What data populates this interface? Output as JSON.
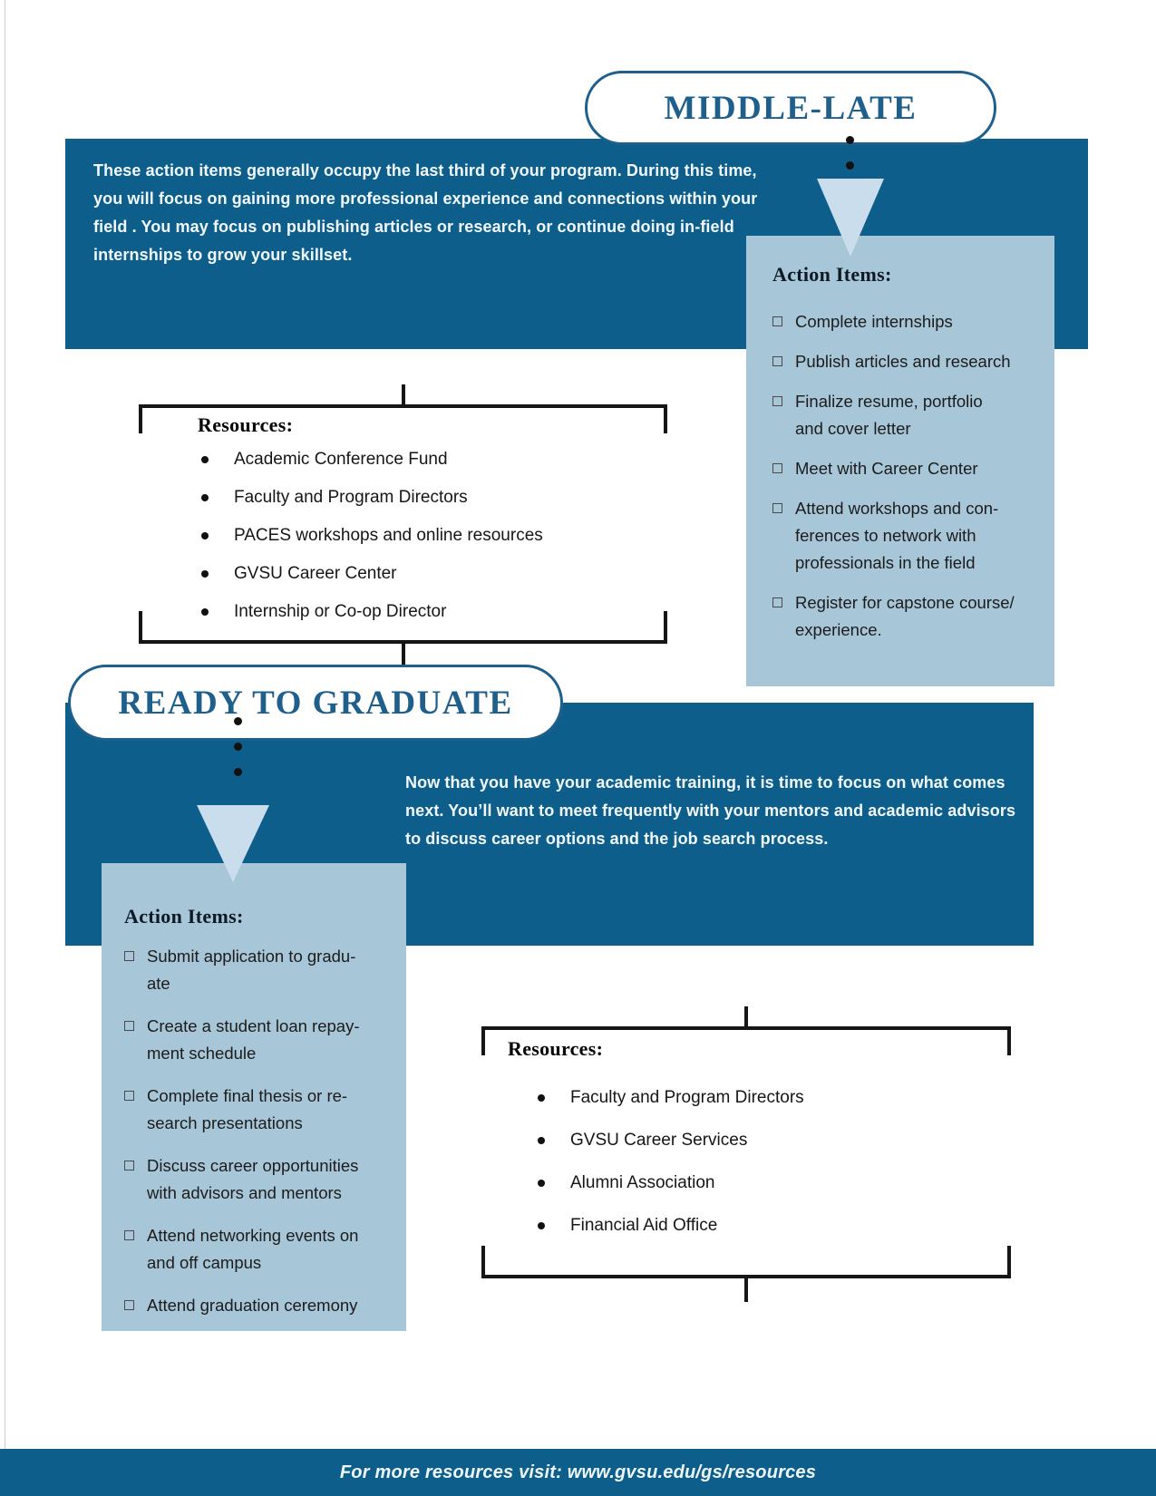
{
  "page": {
    "footer": "For more resources visit: www.gvsu.edu/gs/resources"
  },
  "colors": {
    "banner_blue": "#0e5e8c",
    "box_blue": "#a7c6d8",
    "arrow_blue": "#cadded",
    "pill_blue": "#1e5f8c"
  },
  "sections": [
    {
      "title": "MIDDLE-LATE",
      "intro": "These action items  generally occupy the last third of your program. During this time, you will focus on gaining more professional experience and connections within your field . You may focus on publishing articles or research, or continue doing in-field internships to grow your skillset.",
      "action_items": {
        "title": "Action Items:",
        "items": [
          "Complete internships",
          "Publish articles and research",
          "Finalize resume, portfolio\nand cover letter",
          "Meet with Career Center",
          "Attend workshops and con-\nferences to network with\nprofessionals in the field",
          "Register for capstone course/\nexperience."
        ]
      },
      "resources": {
        "title": "Resources:",
        "items": [
          "Academic Conference Fund",
          "Faculty and Program Directors",
          "PACES workshops and online resources",
          "GVSU Career Center",
          "Internship or Co-op Director"
        ]
      }
    },
    {
      "title": "READY TO GRADUATE",
      "intro": "Now that you have your academic training, it is time to focus on what comes next. You’ll want to meet frequently with your mentors and academic advisors to discuss career options and the job search process.",
      "action_items": {
        "title": "Action Items:",
        "items": [
          "Submit application to gradu-\nate",
          "Create a student loan repay-\nment schedule",
          "Complete final thesis or re-\nsearch presentations",
          "Discuss career opportunities\nwith advisors and mentors",
          "Attend networking events on\nand off campus",
          "Attend graduation ceremony"
        ]
      },
      "resources": {
        "title": "Resources:",
        "items": [
          "Faculty and Program Directors",
          "GVSU Career Services",
          "Alumni Association",
          "Financial Aid Office"
        ]
      }
    }
  ]
}
